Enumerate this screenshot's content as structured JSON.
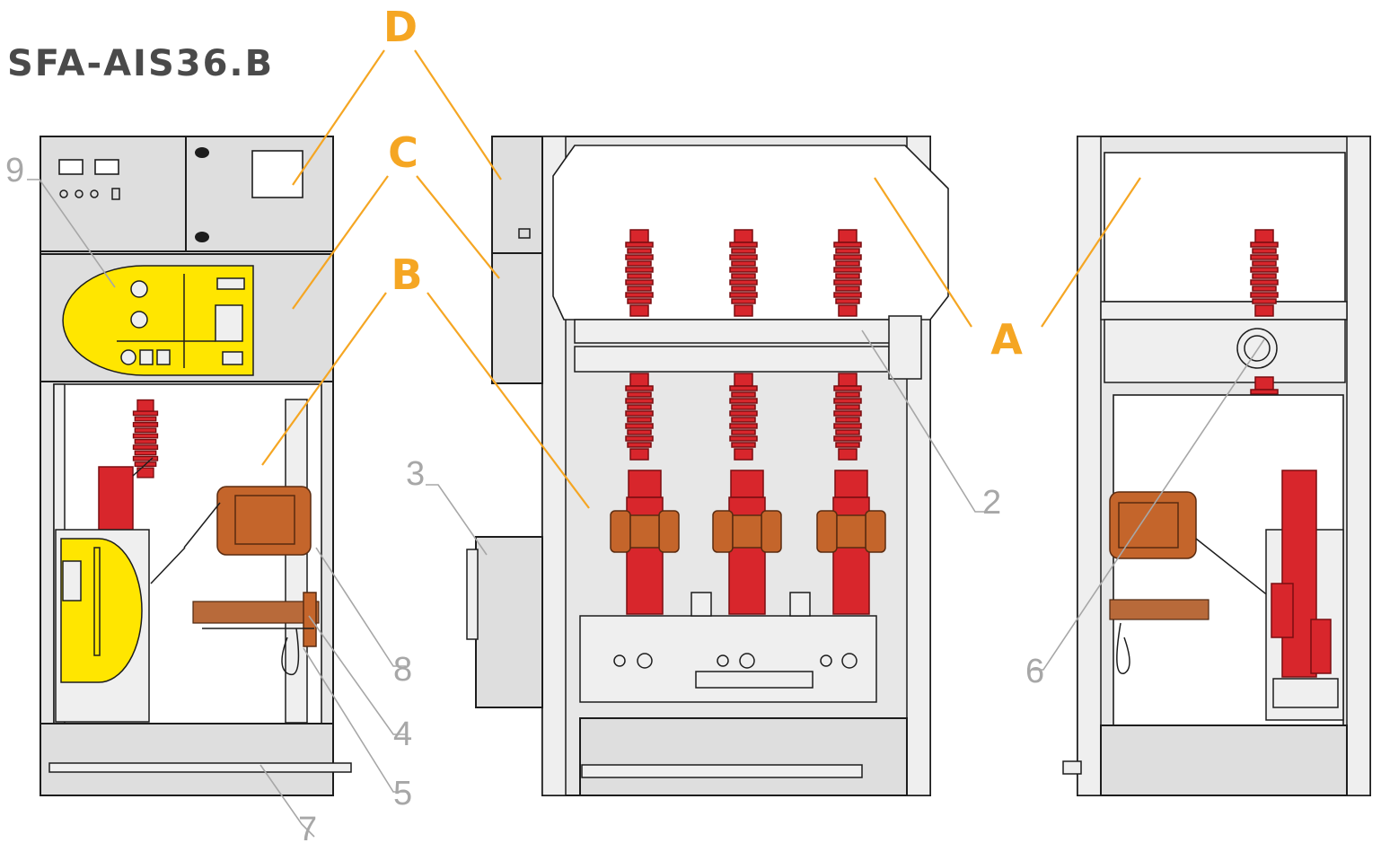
{
  "title": "SFA-AIS36.B",
  "compartments": {
    "A": "A",
    "B": "B",
    "C": "C",
    "D": "D"
  },
  "callouts": [
    "9",
    "3",
    "2",
    "8",
    "4",
    "5",
    "7",
    "6"
  ],
  "colors": {
    "accent": "#f5a623",
    "callout": "#a7a7a7",
    "insulator_red": "#d8262c",
    "transformer_brown": "#c4652b",
    "mimic_yellow": "#ffe600",
    "panel_grey": "#e7e7e7"
  }
}
